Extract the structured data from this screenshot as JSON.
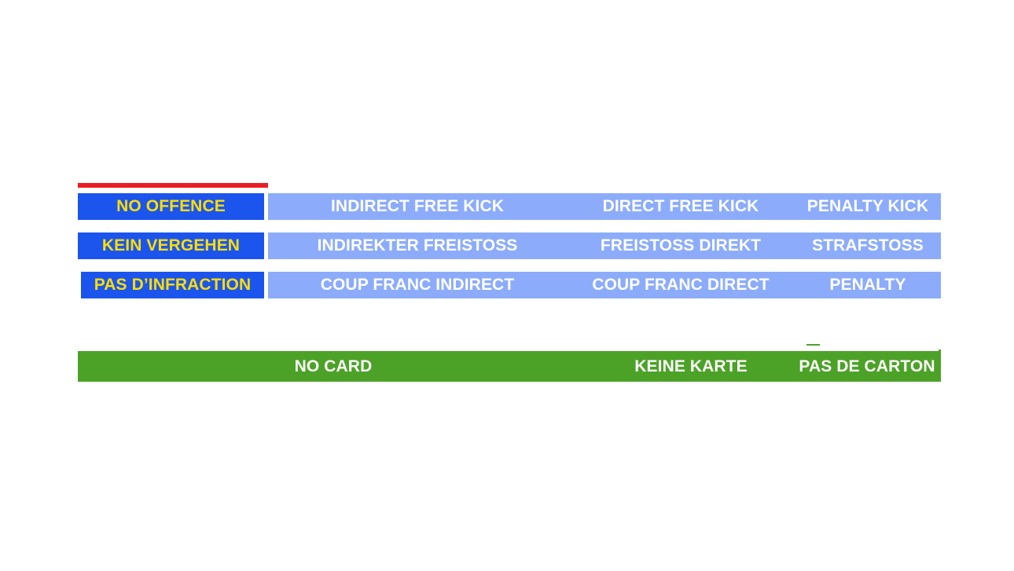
{
  "colors": {
    "accent_red": "#ED1C24",
    "label_blue": "#1B55EE",
    "label_text_yellow": "#FFDE00",
    "option_blue": "#8CACFB",
    "option_text_white": "#FFFFFF",
    "card_green": "#4CA227",
    "card_text_white": "#FFFFFF",
    "background": "#FFFFFF"
  },
  "decision_table": {
    "rows": [
      {
        "language": "english",
        "label": "NO OFFENCE",
        "options": [
          "INDIRECT FREE KICK",
          "DIRECT FREE KICK",
          "PENALTY KICK"
        ]
      },
      {
        "language": "german",
        "label": "KEIN VERGEHEN",
        "options": [
          "INDIREKTER FREISTOSS",
          "FREISTOSS DIREKT",
          "STRAFSTOSS"
        ]
      },
      {
        "language": "french",
        "label": "PAS D’INFRACTION",
        "options": [
          "COUP FRANC INDIRECT",
          "COUP FRANC DIRECT",
          "PENALTY"
        ]
      }
    ]
  },
  "card_strip": {
    "cells": [
      "NO CARD",
      "KEINE KARTE",
      "PAS DE CARTON"
    ]
  }
}
